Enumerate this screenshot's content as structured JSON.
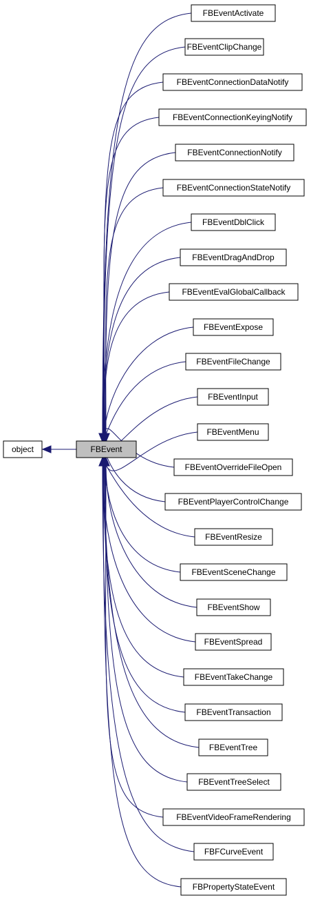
{
  "diagram": {
    "colors": {
      "edge": "#191970",
      "node_border": "#000000",
      "node_fill": "#ffffff",
      "focus_fill": "#bfbfbf"
    },
    "root": {
      "id": "object",
      "label": "object"
    },
    "focus": {
      "id": "fbevent",
      "label": "FBEvent"
    },
    "children": [
      {
        "id": "c0",
        "label": "FBEventActivate"
      },
      {
        "id": "c1",
        "label": "FBEventClipChange"
      },
      {
        "id": "c2",
        "label": "FBEventConnectionDataNotify"
      },
      {
        "id": "c3",
        "label": "FBEventConnectionKeyingNotify"
      },
      {
        "id": "c4",
        "label": "FBEventConnectionNotify"
      },
      {
        "id": "c5",
        "label": "FBEventConnectionStateNotify"
      },
      {
        "id": "c6",
        "label": "FBEventDblClick"
      },
      {
        "id": "c7",
        "label": "FBEventDragAndDrop"
      },
      {
        "id": "c8",
        "label": "FBEventEvalGlobalCallback"
      },
      {
        "id": "c9",
        "label": "FBEventExpose"
      },
      {
        "id": "c10",
        "label": "FBEventFileChange"
      },
      {
        "id": "c11",
        "label": "FBEventInput"
      },
      {
        "id": "c12",
        "label": "FBEventMenu"
      },
      {
        "id": "c13",
        "label": "FBEventOverrideFileOpen"
      },
      {
        "id": "c14",
        "label": "FBEventPlayerControlChange"
      },
      {
        "id": "c15",
        "label": "FBEventResize"
      },
      {
        "id": "c16",
        "label": "FBEventSceneChange"
      },
      {
        "id": "c17",
        "label": "FBEventShow"
      },
      {
        "id": "c18",
        "label": "FBEventSpread"
      },
      {
        "id": "c19",
        "label": "FBEventTakeChange"
      },
      {
        "id": "c20",
        "label": "FBEventTransaction"
      },
      {
        "id": "c21",
        "label": "FBEventTree"
      },
      {
        "id": "c22",
        "label": "FBEventTreeSelect"
      },
      {
        "id": "c23",
        "label": "FBEventVideoFrameRendering"
      },
      {
        "id": "c24",
        "label": "FBFCurveEvent"
      },
      {
        "id": "c25",
        "label": "FBPropertyStateEvent"
      }
    ]
  }
}
